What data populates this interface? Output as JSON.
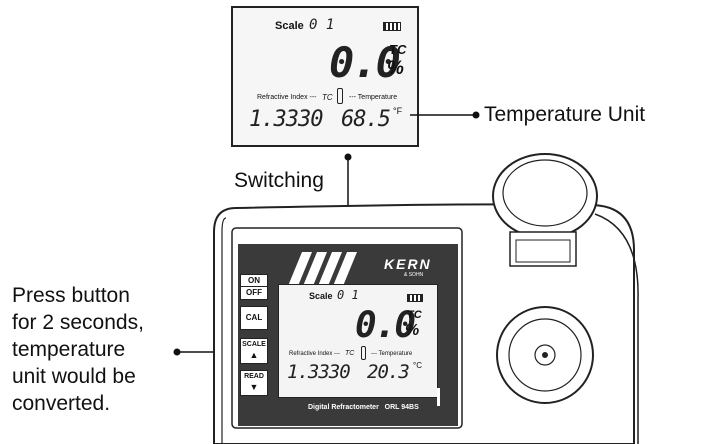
{
  "top_display": {
    "scale_label": "Scale",
    "scale_value": "0 1",
    "main_value": "0.0",
    "unit_top": "TC",
    "unit_bottom": "%",
    "ri_label": "Refractive Index ---",
    "ri_tc": "TC",
    "temp_label": "--- Temperature",
    "ri_value": "1.3330",
    "temp_value": "68.5",
    "temp_unit": "°F"
  },
  "device_display": {
    "scale_label": "Scale",
    "scale_value": "0 1",
    "main_value": "0.0",
    "unit_top": "TC",
    "unit_bottom": "%",
    "ri_label": "Refractive Index ---",
    "ri_tc": "TC",
    "temp_label": "--- Temperature",
    "ri_value": "1.3330",
    "temp_value": "20.3",
    "temp_unit": "°C"
  },
  "device": {
    "brand": "KERN",
    "brand_sub": "& SOHN",
    "footer": "Digital Refractometer   ORL 94BS",
    "buttons": {
      "on": "ON",
      "off": "OFF",
      "cal": "CAL",
      "scale": "SCALE",
      "read": "READ"
    }
  },
  "annotations": {
    "temperature_unit": "Temperature Unit",
    "switching": "Switching",
    "press_lines": [
      "Press button",
      "for 2 seconds,",
      "temperature",
      "unit would be",
      "converted."
    ]
  },
  "colors": {
    "ink": "#111111",
    "panel_dark": "#3a3a3a",
    "screen": "#f4f4f4"
  }
}
